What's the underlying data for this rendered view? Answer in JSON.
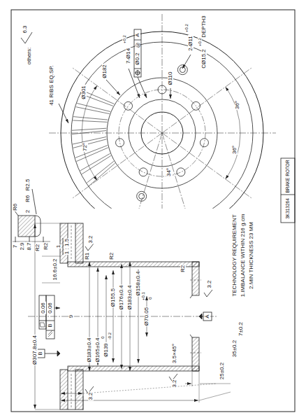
{
  "diagram": {
    "labels": [
      "others:",
      "6.3",
      "41 RIBS EQ.SP.",
      "Ø301",
      "Ø182",
      "7-Ø14",
      "+0.2",
      "Ø0.2",
      "Ⓜ",
      "A",
      "Ø110",
      "2-Ø11",
      "+0.2",
      "CØ15.2",
      "+0.2",
      "DEPTH3",
      "36°",
      "36°",
      "34°",
      "72°",
      "BRAKE ROTOR",
      "3K313264",
      "TECHNOLOGY REQUIREMENT",
      "1.IMBALANCE WITHIN 216 g.cm",
      "2.MIN THICKNESS 23 MM",
      "R6",
      "R2.5",
      "R6",
      "2",
      "7",
      "2.9",
      "8.7",
      "R2",
      "R2",
      "1",
      "1 : 1.5",
      "16.6±0.2",
      "R1",
      "R2",
      "Ø183±0.4",
      "Ø176±0.4",
      "Ø155.5",
      "Ø158±0.4",
      "Ø70.05",
      "+0.1",
      "0",
      "Ø139",
      "0",
      "-0.2",
      "Ø165±0.4",
      "Ø183±0.4",
      "Ø307.8±0.4",
      "3.5×45°",
      "9",
      "R2",
      "7±0.2",
      "35±0.2",
      "25±0.2",
      "3.2",
      "3.2",
      "3.2",
      "3.2",
      "0.06",
      "0.06",
      "B",
      "B",
      "A"
    ]
  }
}
